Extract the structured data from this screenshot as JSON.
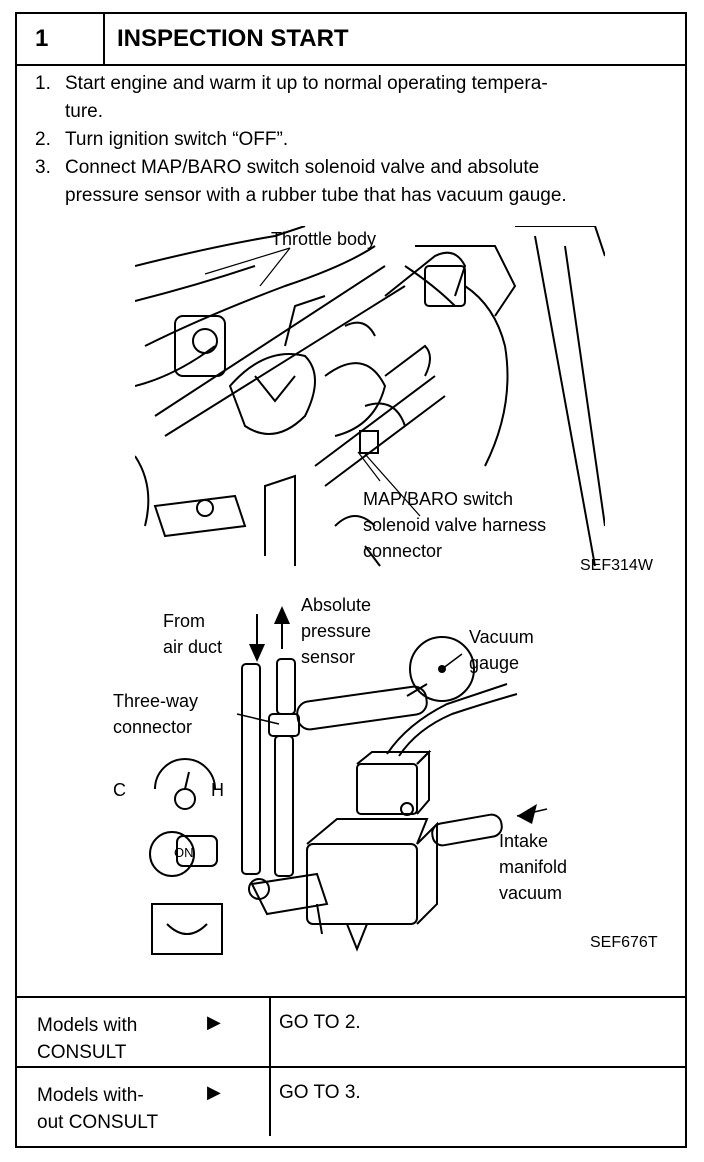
{
  "header": {
    "step_number": "1",
    "title": "INSPECTION START"
  },
  "steps": [
    {
      "num": "1.",
      "text": "Start engine and warm it up to normal operating tempera-",
      "text2": "ture."
    },
    {
      "num": "2.",
      "text": "Turn ignition switch “OFF”."
    },
    {
      "num": "3.",
      "text": "Connect MAP/BARO switch solenoid valve and absolute",
      "text2": "pressure sensor with a rubber tube that has vacuum gauge."
    }
  ],
  "figure1": {
    "throttle_label": "Throttle body",
    "harness_label_1": "MAP/BARO switch",
    "harness_label_2": "solenoid valve harness",
    "harness_label_3": "connector",
    "code": "SEF314W"
  },
  "figure2": {
    "from_label_1": "From",
    "from_label_2": "air duct",
    "abs_label_1": "Absolute",
    "abs_label_2": "pressure",
    "abs_label_3": "sensor",
    "vacuum_label_1": "Vacuum",
    "vacuum_label_2": "gauge",
    "threeway_label_1": "Three-way",
    "threeway_label_2": "connector",
    "gauge_c": "C",
    "gauge_h": "H",
    "key_on": "ON",
    "intake_label_1": "Intake",
    "intake_label_2": "manifold",
    "intake_label_3": "vacuum",
    "code": "SEF676T"
  },
  "table": [
    {
      "cond1": "Models with",
      "cond2": "CONSULT",
      "action": "GO TO 2."
    },
    {
      "cond1": "Models with-",
      "cond2": "out CONSULT",
      "action": "GO TO 3."
    }
  ]
}
